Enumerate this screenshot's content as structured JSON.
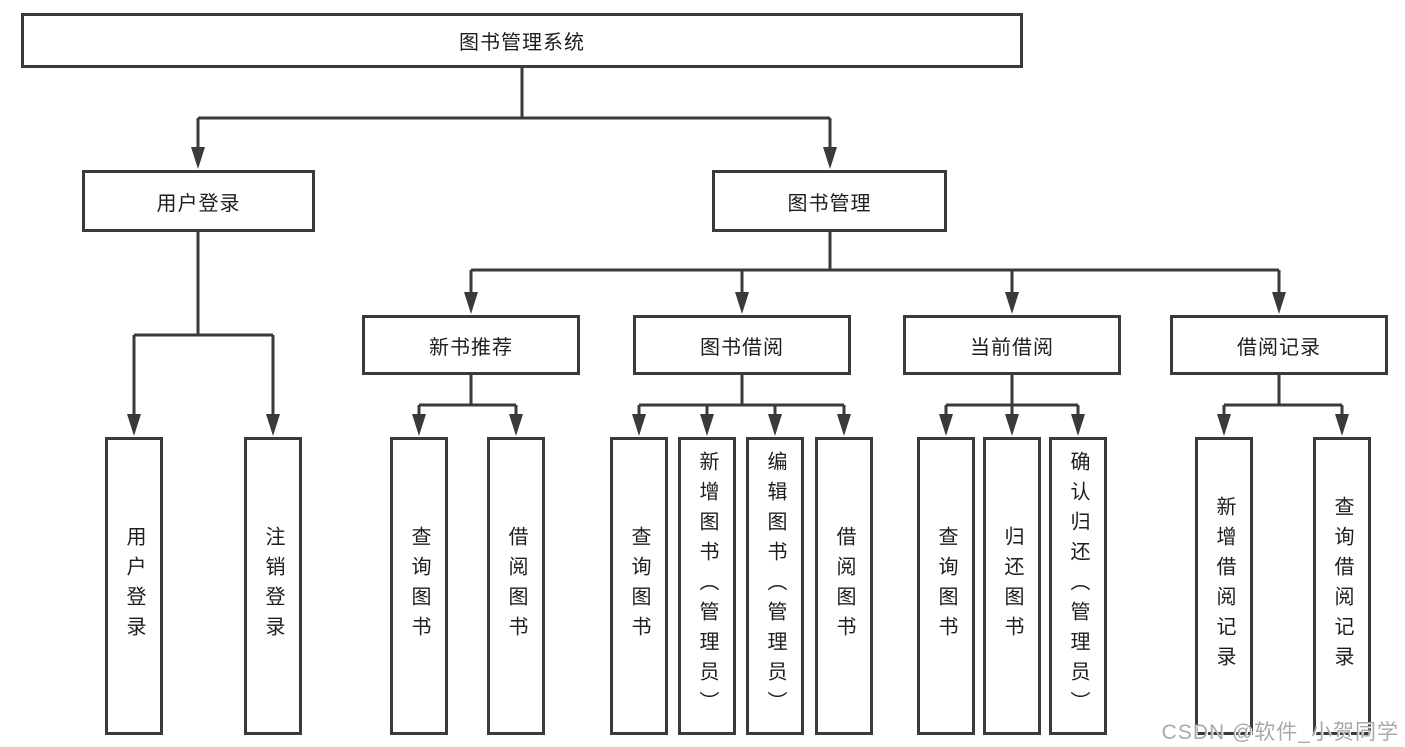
{
  "nodes": {
    "root": "图书管理系统",
    "level2": [
      "用户登录",
      "图书管理"
    ],
    "level3": [
      "新书推荐",
      "图书借阅",
      "当前借阅",
      "借阅记录"
    ],
    "leaves_user_login": [
      "用户登录",
      "注销登录"
    ],
    "leaves_new_books": [
      "查询图书",
      "借阅图书"
    ],
    "leaves_book_borrow": [
      "查询图书",
      "新增图书（管理员）",
      "编辑图书（管理员）",
      "借阅图书"
    ],
    "leaves_current_borrow": [
      "查询图书",
      "归还图书",
      "确认归还（管理员）"
    ],
    "leaves_borrow_records": [
      "新增借阅记录",
      "查询借阅记录"
    ]
  },
  "watermark": "CSDN @软件_小贺同学",
  "colors": {
    "line": "#3a3a3a",
    "text": "#1d1d1d",
    "watermark": "#a9a9a9",
    "background": "#ffffff"
  }
}
